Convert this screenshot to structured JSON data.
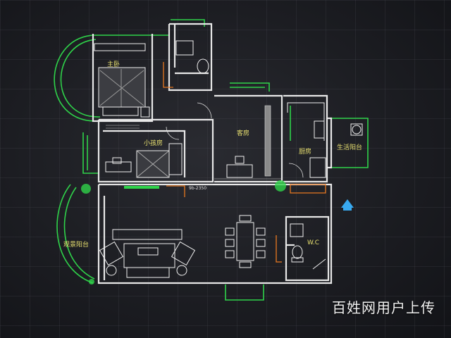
{
  "plan": {
    "rooms": {
      "master_bedroom": "主卧",
      "small_bedroom": "小孩房",
      "guest_room": "客房",
      "kitchen": "厨房",
      "utility_balcony": "生活阳台",
      "view_balcony": "观景阳台",
      "wc": "W.C"
    },
    "dimension_note": "9b-2350"
  },
  "watermark": "百姓网用户上传",
  "colors": {
    "wall": "#e8e8e8",
    "window": "#2fd34a",
    "furniture": "#f0f0f0",
    "door": "#e87820",
    "label": "#e8e070",
    "cursor": "#38a9f0"
  }
}
